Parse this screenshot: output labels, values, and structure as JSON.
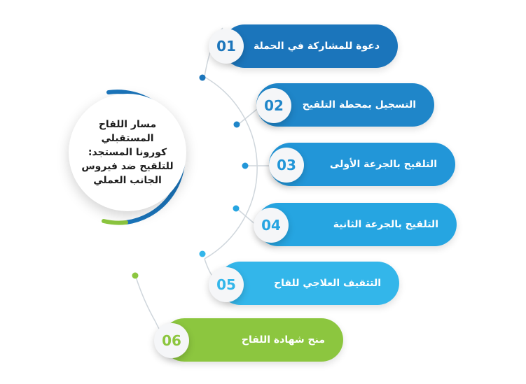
{
  "center": {
    "lines": [
      "مسار اللقاح المستقبلي",
      "كورونا المستجد:",
      "للتلقيح ضد فيروس",
      "الجانب العملي"
    ]
  },
  "steps": [
    {
      "number": "01",
      "label": "دعوة للمشاركة في الحملة",
      "color": "#1b75bb"
    },
    {
      "number": "02",
      "label": "التسجيل بمحطة التلقيح",
      "color": "#1f86c9"
    },
    {
      "number": "03",
      "label": "التلقيح بالجرعة الأولى",
      "color": "#2296d8"
    },
    {
      "number": "04",
      "label": "التلقيح بالجرعة الثانية",
      "color": "#26a5e1"
    },
    {
      "number": "05",
      "label": "التثقيف العلاجي للقاح",
      "color": "#33b6ea"
    },
    {
      "number": "06",
      "label": "منح شهادة اللقاح",
      "color": "#8cc63f"
    }
  ]
}
